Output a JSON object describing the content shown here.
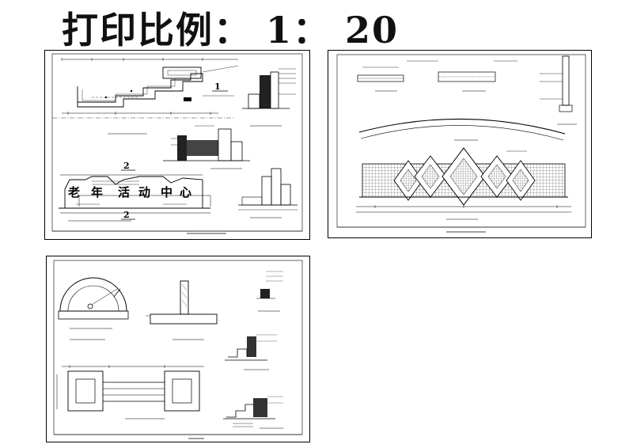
{
  "header": {
    "print_scale_title": "打印比例： 1： 20"
  },
  "sheet_1": {
    "section_marker_top": "1",
    "section_marker_mid": "2",
    "section_marker_bottom": "2",
    "gate_sign_chars": [
      "老",
      "年",
      "活",
      "动",
      "中",
      "心"
    ]
  },
  "sheet_2": {},
  "sheet_3": {}
}
